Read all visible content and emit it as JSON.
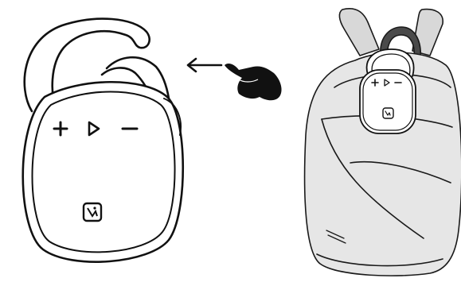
{
  "illustration": {
    "speaker": {
      "buttons": [
        {
          "name": "volume-up",
          "symbol": "+"
        },
        {
          "name": "play-pause",
          "symbol": "play"
        },
        {
          "name": "volume-down",
          "symbol": "minus"
        }
      ],
      "badge_icon": "bluetooth-hand-icon",
      "clip_icon": "carabiner-clip-icon"
    },
    "gesture": {
      "direction": "left",
      "icon": "pointing-hand-icon"
    },
    "backpack": {
      "fill": "#e6e6e6",
      "stroke": "#1a1a1a",
      "strap_fill": "#d8d8d8",
      "handle_fill": "#4a4a4a"
    },
    "colors": {
      "line": "#111111",
      "background": "#ffffff"
    }
  }
}
